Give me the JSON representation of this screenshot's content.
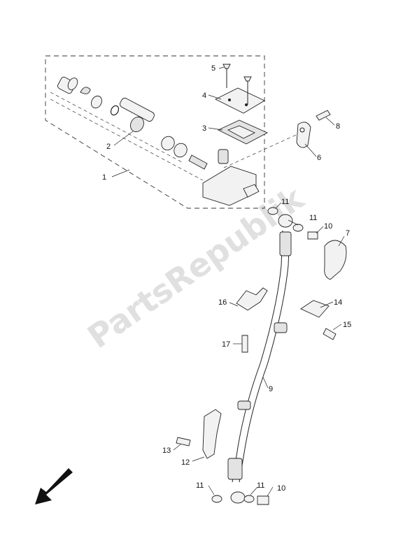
{
  "watermark": "PartsRepublik",
  "callouts": {
    "c1": "1",
    "c2": "2",
    "c3": "3",
    "c4": "4",
    "c5": "5",
    "c6": "6",
    "c7": "7",
    "c8": "8",
    "c9": "9",
    "c10a": "10",
    "c10b": "10",
    "c11a": "11",
    "c11b": "11",
    "c11c": "11",
    "c11d": "11",
    "c12": "12",
    "c13": "13",
    "c14": "14",
    "c15": "15",
    "c16": "16",
    "c17": "17"
  },
  "icons": {
    "direction": "front-direction-arrow-icon"
  }
}
